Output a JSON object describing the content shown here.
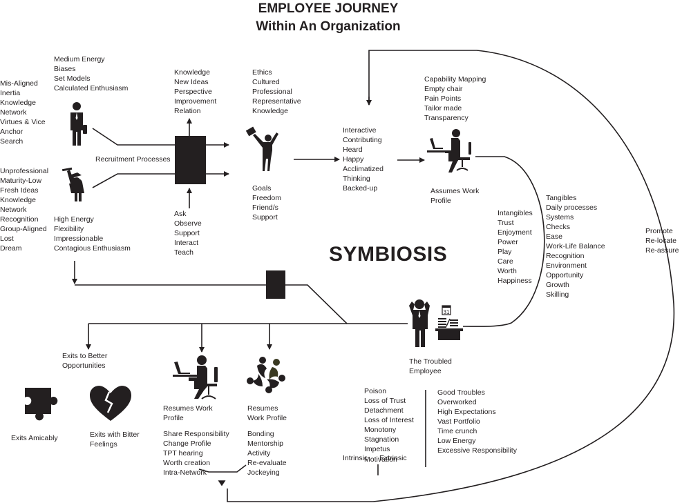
{
  "title": {
    "line1": "EMPLOYEE JOURNEY",
    "line2": "Within An Organization"
  },
  "center_label": "SYMBIOSIS",
  "recruitment_label": "Recruitment Processes",
  "experienced_candidate": {
    "left_traits": [
      "Mis-Aligned",
      "Inertia",
      "Knowledge",
      "Network",
      "Virtues & Vice",
      "Anchor",
      "Search"
    ],
    "top_traits": [
      "Medium Energy",
      "Biases",
      "Set Models",
      "Calculated Enthusiasm"
    ],
    "icon": "businessman-icon"
  },
  "fresh_graduate": {
    "left_traits": [
      "Unprofessional",
      "Maturity-Low",
      "Fresh Ideas",
      "Knowledge",
      "Network",
      "Recognition",
      "Group-Aligned",
      "Lost",
      "Dream"
    ],
    "bottom_traits": [
      "High Energy",
      "Flexibility",
      "Impressionable",
      "Contagious Enthusiasm"
    ],
    "icon": "graduate-icon"
  },
  "recruitment_box": {
    "outputs": [
      "Knowledge",
      "New Ideas",
      "Perspective",
      "Improvement",
      "Relation"
    ],
    "inputs": [
      "Ask",
      "Observe",
      "Support",
      "Interact",
      "Teach"
    ]
  },
  "new_joiner": {
    "top_traits": [
      "Ethics",
      "Cultured",
      "Professional",
      "Representative",
      "Knowledge"
    ],
    "bottom_traits": [
      "Goals",
      "Freedom",
      "Friend/s",
      "Support"
    ],
    "icon": "cheering-employee-icon"
  },
  "settling_in": [
    "Interactive",
    "Contributing",
    "Heard",
    "Happy",
    "Acclimatized",
    "Thinking",
    "Backed-up"
  ],
  "assumes_work": {
    "top_traits": [
      "Capability Mapping",
      "Empty chair",
      "Pain Points",
      "Tailor made",
      "Transparency"
    ],
    "label": [
      "Assumes Work",
      "Profile"
    ],
    "icon": "desk-worker-icon"
  },
  "intangibles": [
    "Intangibles",
    "Trust",
    "Enjoyment",
    "Power",
    "Play",
    "Care",
    "Worth",
    "Happiness"
  ],
  "tangibles": [
    "Tangibles",
    "Daily processes",
    "Systems",
    "Checks",
    "Ease",
    "Work-Life Balance",
    "Recognition",
    "Environment",
    "Opportunity",
    "Growth",
    "Skilling"
  ],
  "promote_actions": [
    "Promote",
    "Re-locate",
    "Re-assure"
  ],
  "troubled_employee": {
    "label": [
      "The Troubled",
      "Employee"
    ],
    "icon": "stressed-employee-icon",
    "calendar_day": "31",
    "bad_troubles": [
      "Poison",
      "Loss of Trust",
      "Detachment",
      "Loss of Interest",
      "Monotony",
      "Stagnation",
      "Impetus"
    ],
    "motivation_labels": [
      "Intrinsic",
      "Motivation",
      "Extrinsic"
    ],
    "good_troubles": [
      "Good Troubles",
      "Overworked",
      "High Expectations",
      "Vast Portfolio",
      "Time crunch",
      "Low Energy",
      "Excessive Responsibility"
    ]
  },
  "exits": {
    "label": [
      "Exits to Better",
      "Opportunities"
    ],
    "amicable": "Exits Amicably",
    "bitter": [
      "Exits with Bitter",
      "Feelings"
    ]
  },
  "resume_individual": {
    "label": [
      "Resumes Work",
      "Profile"
    ],
    "actions": [
      "Share Responsibility",
      "Change Profile",
      "TPT hearing",
      "Worth creation",
      "Intra-Network"
    ]
  },
  "resume_team": {
    "label": [
      "Resumes",
      "Work Profile"
    ],
    "actions": [
      "Bonding",
      "Mentorship",
      "Activity",
      "Re-evaluate",
      "Jockeying"
    ]
  },
  "colors": {
    "ink": "#231f20",
    "team_icon_accent": "#3a3a22"
  }
}
